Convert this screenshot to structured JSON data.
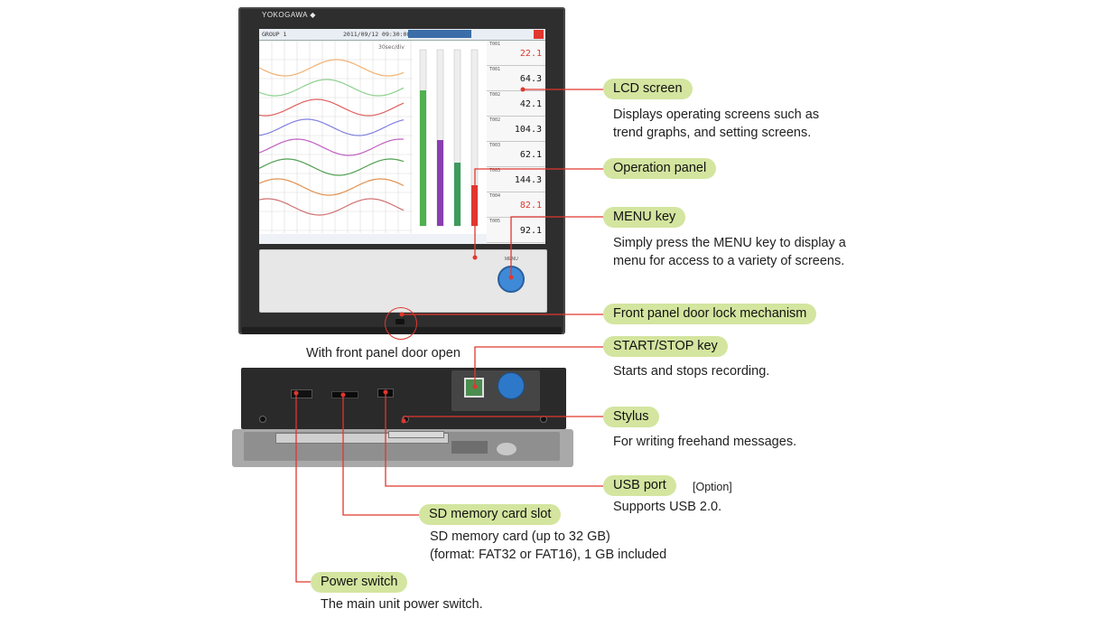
{
  "device": {
    "brand": "YOKOGAWA ◆",
    "screen": {
      "group": "GROUP 1",
      "datetime": "2011/09/12 09:30:08",
      "div_label": "30sec/div",
      "digitals": [
        {
          "tag": "T001",
          "value": "22.1",
          "red": true
        },
        {
          "tag": "T001",
          "value": "64.3",
          "red": false
        },
        {
          "tag": "T002",
          "value": "42.1",
          "red": false
        },
        {
          "tag": "T002",
          "value": "104.3",
          "red": false
        },
        {
          "tag": "T003",
          "value": "62.1",
          "red": false
        },
        {
          "tag": "T003",
          "value": "144.3",
          "red": false
        },
        {
          "tag": "T004",
          "value": "82.1",
          "red": true
        },
        {
          "tag": "T005",
          "value": "92.1",
          "red": false
        }
      ]
    },
    "menu_label": "MENU"
  },
  "open_caption": "With front panel door open",
  "callouts": {
    "lcd": {
      "title": "LCD screen",
      "desc": [
        "Displays operating screens such as",
        "trend graphs, and setting screens."
      ]
    },
    "operation": {
      "title": "Operation panel"
    },
    "menu": {
      "title": "MENU key",
      "desc": [
        "Simply press the MENU key to display a",
        "menu for access to a variety of screens."
      ]
    },
    "lock": {
      "title": "Front panel door lock mechanism"
    },
    "startstop": {
      "title": "START/STOP key",
      "desc": [
        "Starts and stops recording."
      ]
    },
    "stylus": {
      "title": "Stylus",
      "desc": [
        "For writing freehand messages."
      ]
    },
    "usb": {
      "title": "USB port",
      "note": "[Option]",
      "desc": [
        "Supports USB 2.0."
      ]
    },
    "sd": {
      "title": "SD memory card slot",
      "desc": [
        "SD memory card (up to 32 GB)",
        "(format: FAT32 or FAT16), 1 GB included"
      ]
    },
    "power": {
      "title": "Power switch",
      "desc": [
        "The main unit power switch."
      ]
    }
  },
  "colors": {
    "pill": "#d3e59f",
    "leader": "#e0372f",
    "device": "#2e2e2e",
    "menu_key": "#3e8ad8",
    "start_key": "#4a8d4f"
  }
}
